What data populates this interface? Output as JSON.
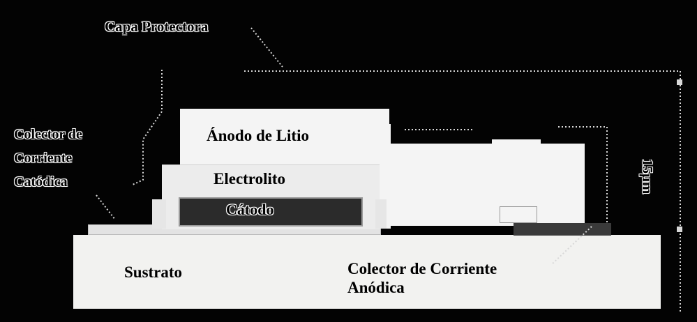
{
  "labels": {
    "protective_layer": "Capa Protectora",
    "cathode_collector": "Colector de\nCorriente\nCatódica",
    "anode": "Ánodo de Litio",
    "electrolyte": "Electrolito",
    "cathode": "Cátodo",
    "substrate": "Sustrato",
    "anode_collector": "Colector de Corriente\nAnódica",
    "dimension": "15μm"
  },
  "colors": {
    "background": "#030303",
    "substrate": "#f2f2f0",
    "anode": "#f4f4f4",
    "electrolyte": "#ececec",
    "cathode": "#2b2b2b",
    "anode_collector": "#3a3a3a"
  }
}
